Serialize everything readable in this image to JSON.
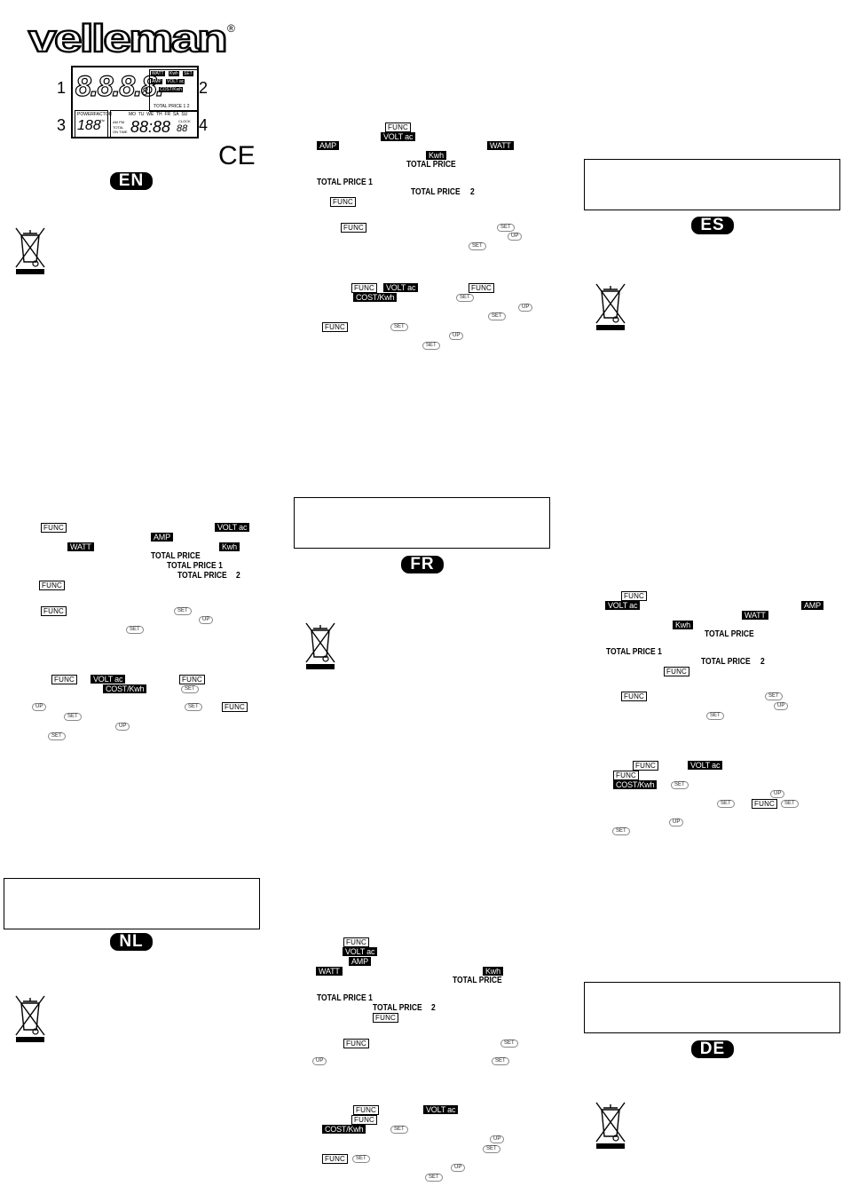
{
  "brand": {
    "name": "velleman",
    "registered": "®",
    "ce_mark": "CE"
  },
  "lcd": {
    "main_digits": "8.8.8.8.",
    "main_small_digit": "8",
    "indicators": [
      "WATT",
      "Kwh",
      "SET",
      "AMP",
      "VOLT ac",
      "COST/Kwh"
    ],
    "total_price_row": "TOTAL PRICE 1  2",
    "powerfactor_label": "POWERFACTOR",
    "powerfactor_value": "188",
    "hz_label": "Hz",
    "days": [
      "MO",
      "TU",
      "WE",
      "TH",
      "FR",
      "SA",
      "SU"
    ],
    "am_pm": "AM  PM",
    "total_on_time": "TOTAL ON TIME",
    "clock_label": "CLOCK",
    "clock_digits": "88:88",
    "clock_small": "88",
    "callouts": [
      "1",
      "2",
      "3",
      "4"
    ]
  },
  "languages": {
    "en": "EN",
    "nl": "NL",
    "fr": "FR",
    "es": "ES",
    "de": "DE"
  },
  "labels": {
    "func": "FUNC",
    "volt_ac": "VOLT ac",
    "amp": "AMP",
    "watt": "WATT",
    "kwh": "Kwh",
    "cost_kwh": "COST/Kwh",
    "set": "SET",
    "up": "UP",
    "total_price": "TOTAL PRICE",
    "total_price_1": "TOTAL PRICE 1",
    "two": "2"
  },
  "icons": [
    "weee-bin-icon"
  ]
}
